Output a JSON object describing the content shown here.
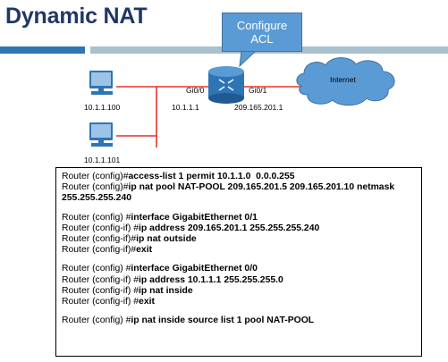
{
  "slide": {
    "title": "Dynamic NAT",
    "callout_text_1": "Configure",
    "callout_text_2": "ACL",
    "colors": {
      "title": "#1F3864",
      "accent_bar": "#2E75B6",
      "callout": "#5B9BD5",
      "cloud": "#5B9BD5",
      "link": "#E8312A"
    }
  },
  "diagram": {
    "pc1_ip": "10.1.1.100",
    "pc2_ip": "10.1.1.101",
    "router_inside_port": "Gi0/0",
    "router_outside_port": "Gi0/1",
    "inside_ip": "10.1.1.1",
    "outside_ip": "209.165.201.1",
    "internet_label": "Internet"
  },
  "config_lines": [
    {
      "prefix": "Router (config)#",
      "cmd": "access-list 1 permit 10.1.1.0  0.0.0.255"
    },
    {
      "prefix": "Router (config)#",
      "cmd": "ip nat pool NAT-POOL 209.165.201.5 209.165.201.10 netmask"
    },
    {
      "prefix": "",
      "cmd": "255.255.255.240"
    },
    {
      "gap": true
    },
    {
      "prefix": "Router (config) #",
      "cmd": "interface GigabitEthernet 0/1"
    },
    {
      "prefix": "Router (config-if) #",
      "cmd": "ip address 209.165.201.1 255.255.255.240"
    },
    {
      "prefix": "Router (config-if)#",
      "cmd": "ip nat outside"
    },
    {
      "prefix": "Router (config-if)#",
      "cmd": "exit"
    },
    {
      "gap": true
    },
    {
      "prefix": "Router (config) #",
      "cmd": "interface GigabitEthernet 0/0"
    },
    {
      "prefix": "Router (config-if) #",
      "cmd": "ip address 10.1.1.1 255.255.255.0"
    },
    {
      "prefix": "Router (config-if) #",
      "cmd": "ip nat inside"
    },
    {
      "prefix": "Router (config-if) #",
      "cmd": "exit"
    },
    {
      "gap": true
    },
    {
      "prefix": "Router (config) #",
      "cmd": "ip nat inside source list 1 pool NAT-POOL"
    }
  ]
}
